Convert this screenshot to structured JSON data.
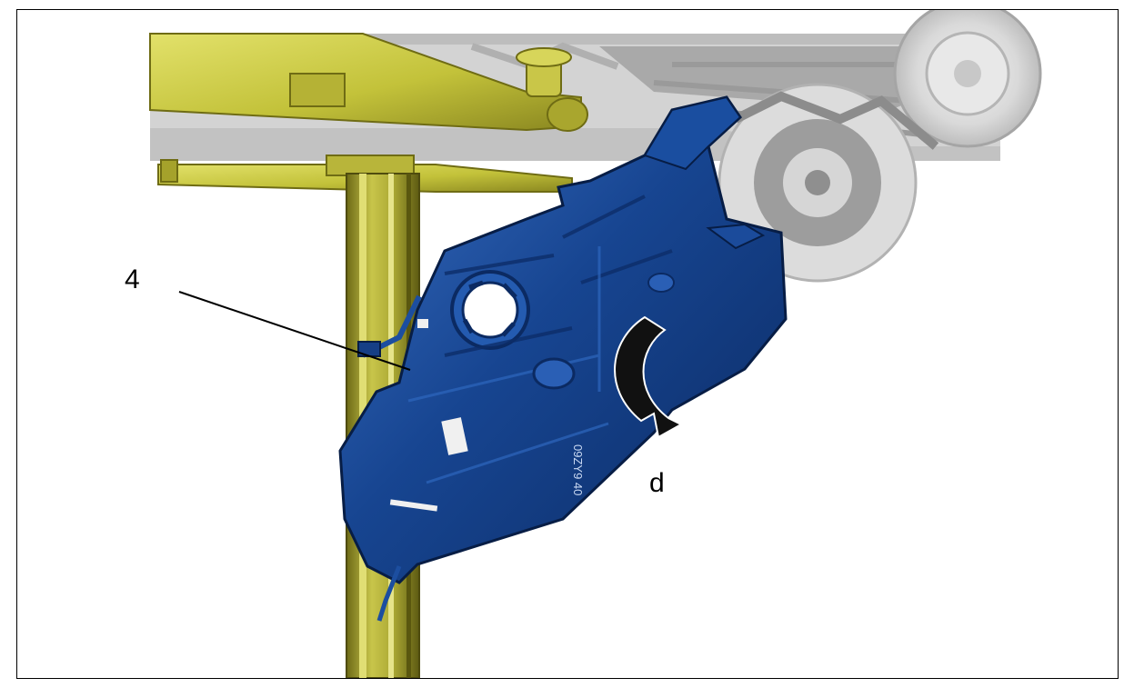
{
  "diagram": {
    "callouts": {
      "part_number": "4",
      "rotation_label": "d"
    },
    "tank_marking": "09ZY9 40",
    "colors": {
      "lift": "#c3c23a",
      "lift_dark": "#7d7a17",
      "tank": "#123f86",
      "tank_light": "#2f63b8",
      "vehicle_gray": "#cfcfcf",
      "arrow": "#111111"
    },
    "icons": {
      "rotation_arrow": "curved-arrow-icon"
    }
  }
}
